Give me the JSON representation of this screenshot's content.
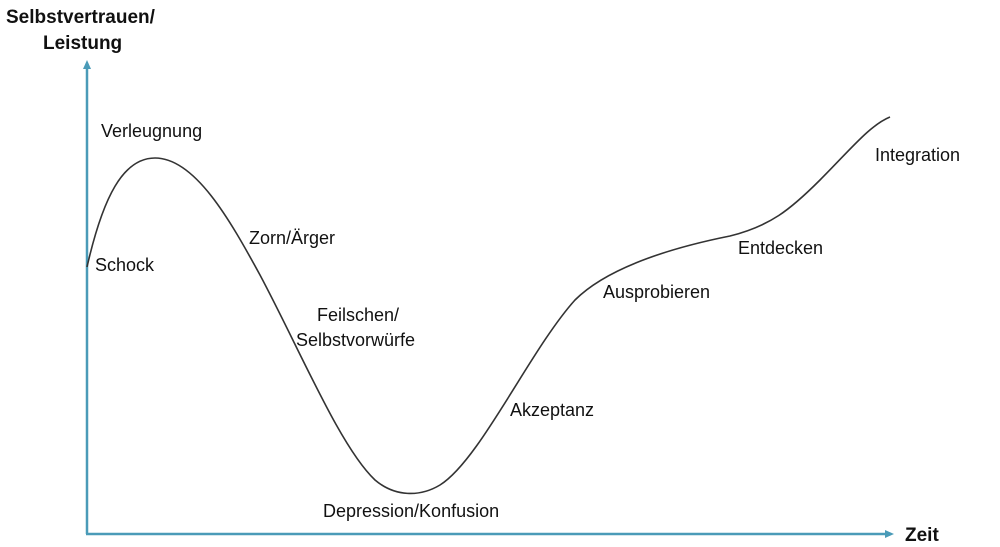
{
  "axes": {
    "y_label_line1": "Selbstvertrauen/",
    "y_label_line2": "Leistung",
    "x_label": "Zeit",
    "axis_color": "#4a9bb8"
  },
  "phases": {
    "schock": "Schock",
    "verleugnung": "Verleugnung",
    "zorn": "Zorn/Ärger",
    "feilschen_line1": "Feilschen/",
    "feilschen_line2": "Selbstvorwürfe",
    "depression": "Depression/Konfusion",
    "akzeptanz": "Akzeptanz",
    "ausprobieren": "Ausprobieren",
    "entdecken": "Entdecken",
    "integration": "Integration"
  },
  "curve_color": "#333333"
}
